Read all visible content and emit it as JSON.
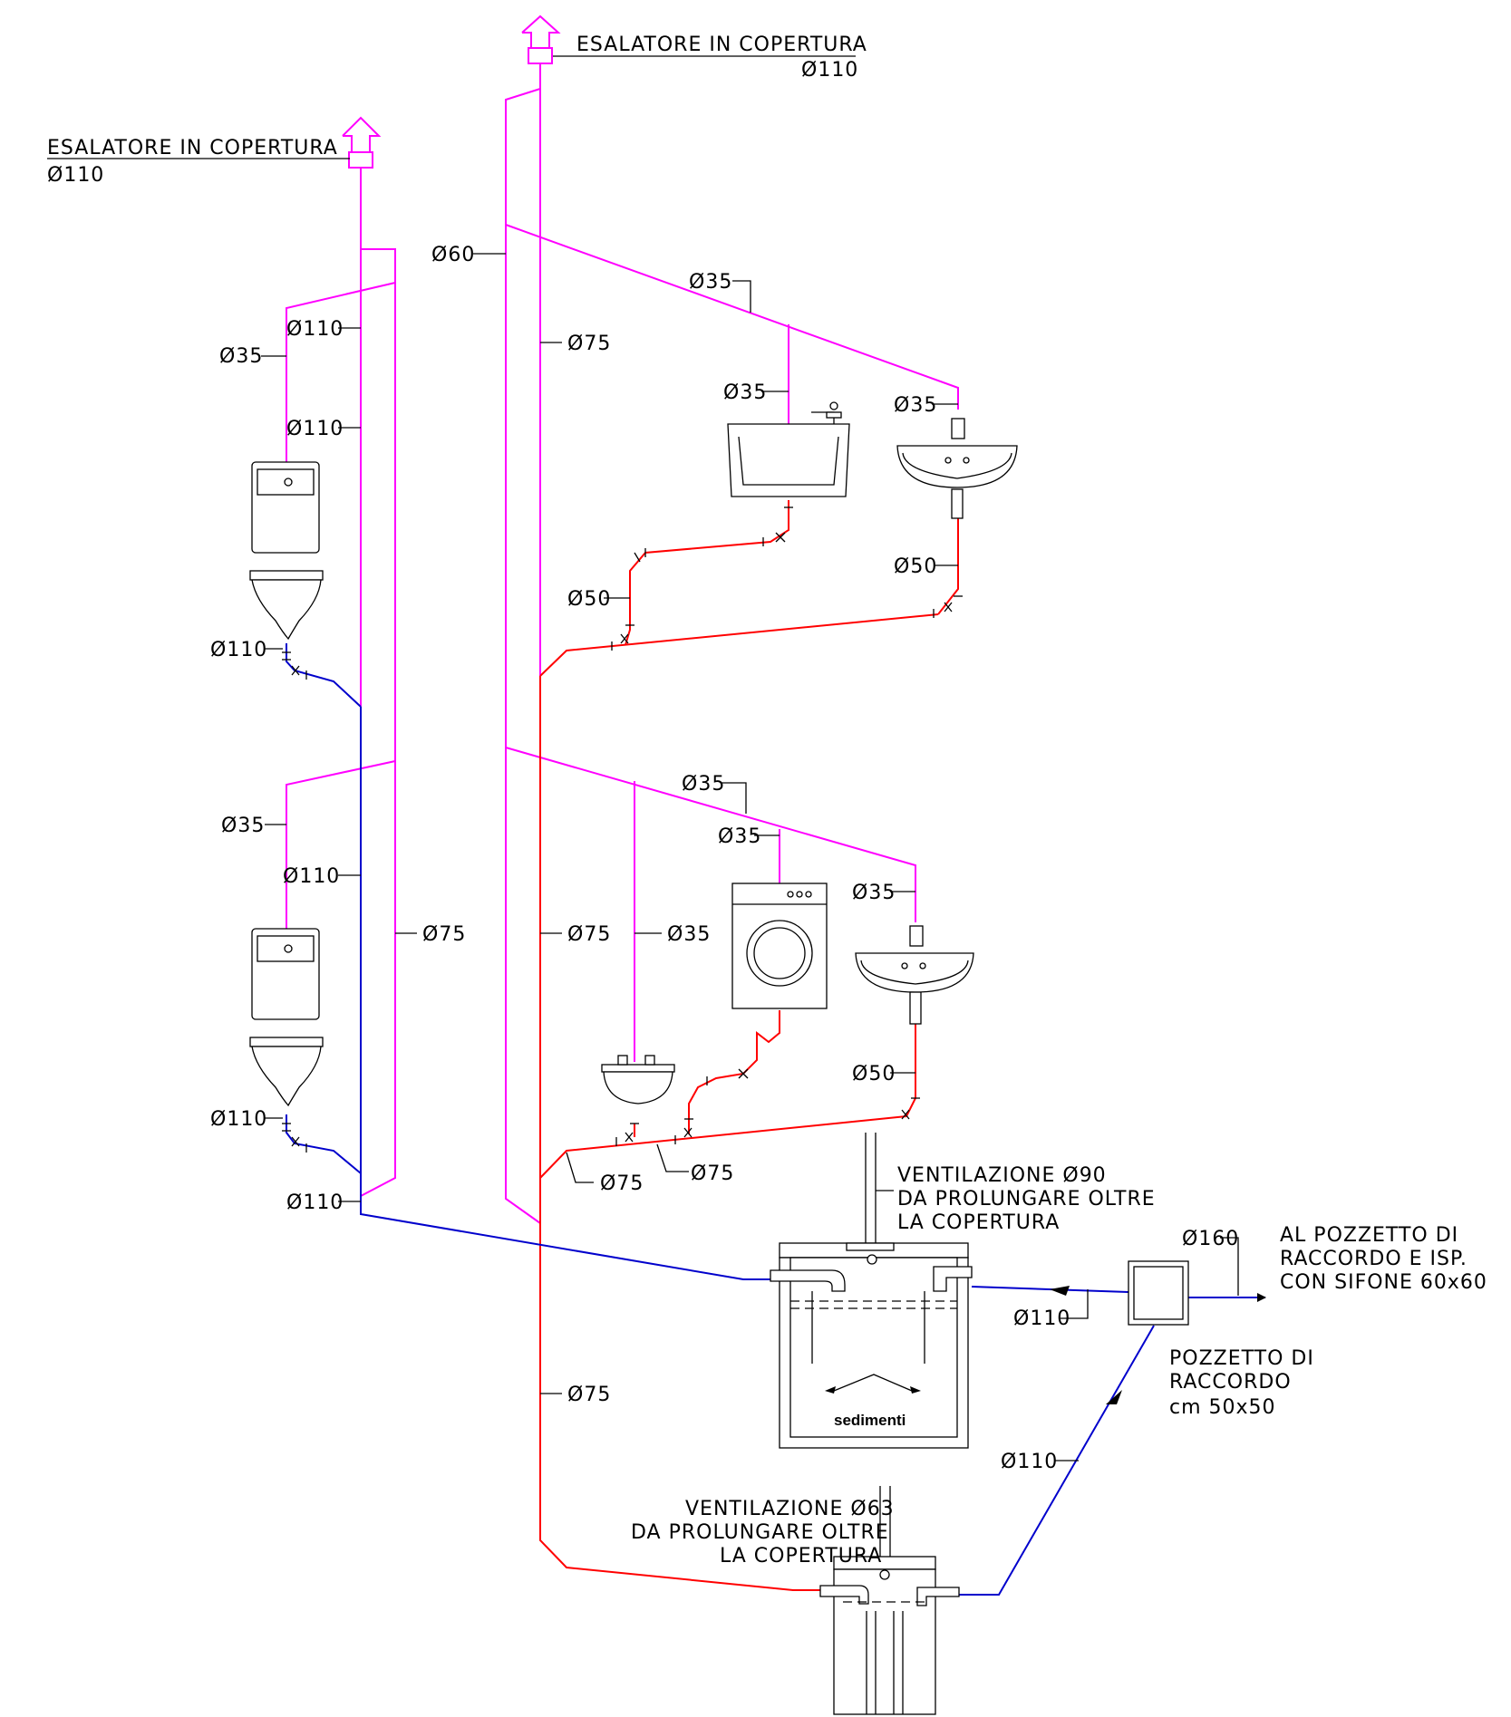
{
  "colors": {
    "vent": "#ff00ff",
    "grey": "#ff0000",
    "black": "#0000cc",
    "ink": "#000000"
  },
  "labels": {
    "esalatore_left": "ESALATORE IN COPERTURA",
    "esalatore_left_d": "Ø110",
    "esalatore_center": "ESALATORE IN COPERTURA",
    "esalatore_center_d": "Ø110",
    "d60": "Ø60",
    "d110_l1": "Ø110",
    "d35_l1": "Ø35",
    "d110_l2": "Ø110",
    "d110_wc1": "Ø110",
    "d35_l2": "Ø35",
    "d110_l3": "Ø110",
    "d75_l": "Ø75",
    "d110_wc2": "Ø110",
    "d110_bottom": "Ø110",
    "d75_c1": "Ø75",
    "d35_upper_branch": "Ø35",
    "d35_bidet_top": "Ø35",
    "d35_sink_top": "Ø35",
    "d50_bidet": "Ø50",
    "d50_sink": "Ø50",
    "d35_lower_branch": "Ø35",
    "d35_washer": "Ø35",
    "d35_sink2": "Ø35",
    "d75_c2": "Ø75",
    "d35_small_sink": "Ø35",
    "d50_sink2": "Ø50",
    "d75_lower_a": "Ø75",
    "d75_lower_b": "Ø75",
    "vent90_l1": "VENTILAZIONE Ø90",
    "vent90_l2": "DA PROLUNGARE OLTRE",
    "vent90_l3": "LA COPERTURA",
    "d160": "Ø160",
    "out_l1": "AL POZZETTO DI",
    "out_l2": "RACCORDO E ISP.",
    "out_l3": "CON SIFONE 60x60",
    "d110_out": "Ø110",
    "pozz_l1": "POZZETTO DI",
    "pozz_l2": "RACCORDO",
    "pozz_l3": "cm  50x50",
    "d75_c3": "Ø75",
    "d110_diag": "Ø110",
    "vent63_l1": "VENTILAZIONE Ø63",
    "vent63_l2": "DA PROLUNGARE OLTRE",
    "vent63_l3": "LA COPERTURA",
    "sedimenti": "sedimenti"
  },
  "icons": [
    "roof-vent-icon",
    "wc-cistern-icon",
    "wall-toilet-icon",
    "washbasin-icon",
    "kitchen-sink-icon",
    "washing-machine-icon",
    "small-basin-icon",
    "septic-tank-icon",
    "grease-trap-icon",
    "inspection-pit-icon",
    "flow-arrow-icon"
  ]
}
